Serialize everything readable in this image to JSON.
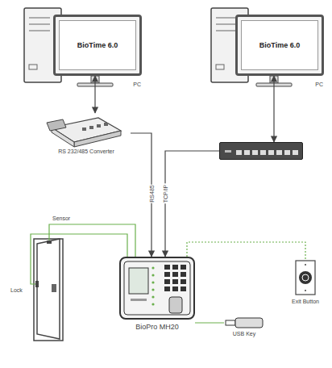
{
  "diagram": {
    "nodes": [
      {
        "text": [
          "BioTime 6.0",
          "PC"
        ]
      },
      {
        "text": [
          "BioTime 6.0",
          "PC"
        ]
      },
      {
        "text": [
          "RS 232/485 Converter"
        ]
      },
      {
        "text": []
      },
      {
        "text": [
          "BioPro MH20"
        ]
      },
      {
        "text": [
          "Exit Button"
        ]
      },
      {
        "text": [
          "USB Key"
        ]
      }
    ],
    "edges": [
      {
        "from": 2,
        "to": 0,
        "arrow": "both"
      },
      {
        "from": 3,
        "to": 1,
        "arrow": "both"
      },
      {
        "from": 2,
        "to": 4,
        "label": "RS485",
        "arrow": "to"
      },
      {
        "from": 3,
        "to": 4,
        "label": "TCP/IP",
        "arrow": "to"
      },
      {
        "from": 4,
        "to": 5,
        "arrow": "none"
      },
      {
        "from": 4,
        "to": 6,
        "arrow": "none"
      }
    ],
    "labels": [
      "Sensor",
      "Lock"
    ]
  }
}
